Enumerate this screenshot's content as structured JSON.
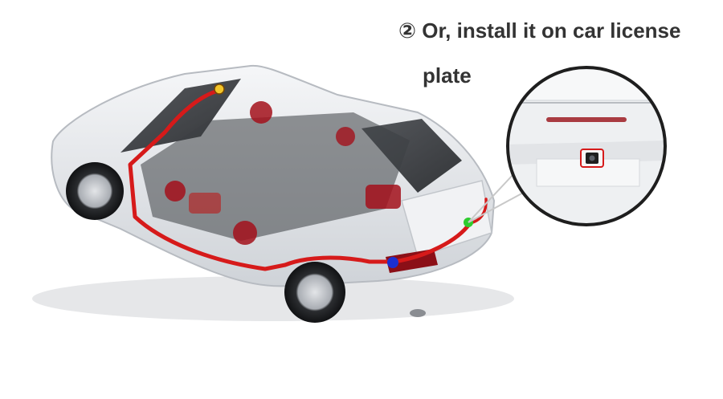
{
  "caption": {
    "line1": "② Or, install it on car license",
    "line2": "plate"
  },
  "colors": {
    "cable": "#d61a1a",
    "camera_marker": "#f3c52a",
    "plate_marker": "#2ecc2e",
    "rear_marker": "#1d2fd1",
    "car_body": "#e9ebee",
    "interior": "#a3111b"
  },
  "icons": {
    "camera": "camera-icon",
    "car": "car-illustration"
  }
}
